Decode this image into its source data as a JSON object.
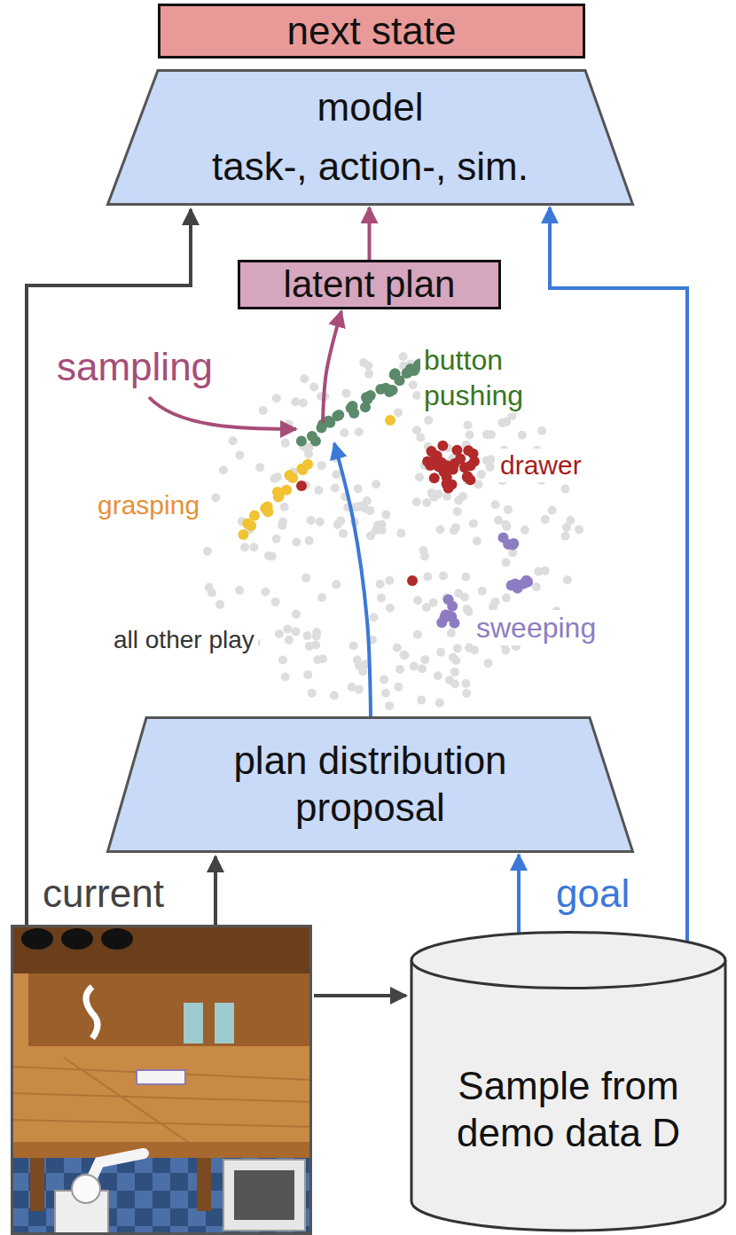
{
  "diagram": {
    "nodes": [
      {
        "text": [
          "next state"
        ]
      },
      {
        "text": [
          "model",
          "task-, action-, sim."
        ]
      },
      {
        "text": [
          "latent plan"
        ]
      },
      {
        "text": [
          "plan distribution proposal"
        ]
      },
      {
        "text": [
          "Sample from demo data D"
        ]
      }
    ],
    "edges": [
      {
        "from": 2,
        "to": 1,
        "arrow": "to"
      },
      {
        "from": 3,
        "to": 2,
        "arrow": "to"
      },
      {
        "from": 4,
        "to": 3,
        "label": "goal",
        "arrow": "to"
      },
      {
        "from": 4,
        "to": 1,
        "arrow": "to"
      }
    ],
    "labels": [
      "sampling",
      "button pushing",
      "drawer",
      "grasping",
      "all other play",
      "sweeping",
      "current"
    ]
  }
}
